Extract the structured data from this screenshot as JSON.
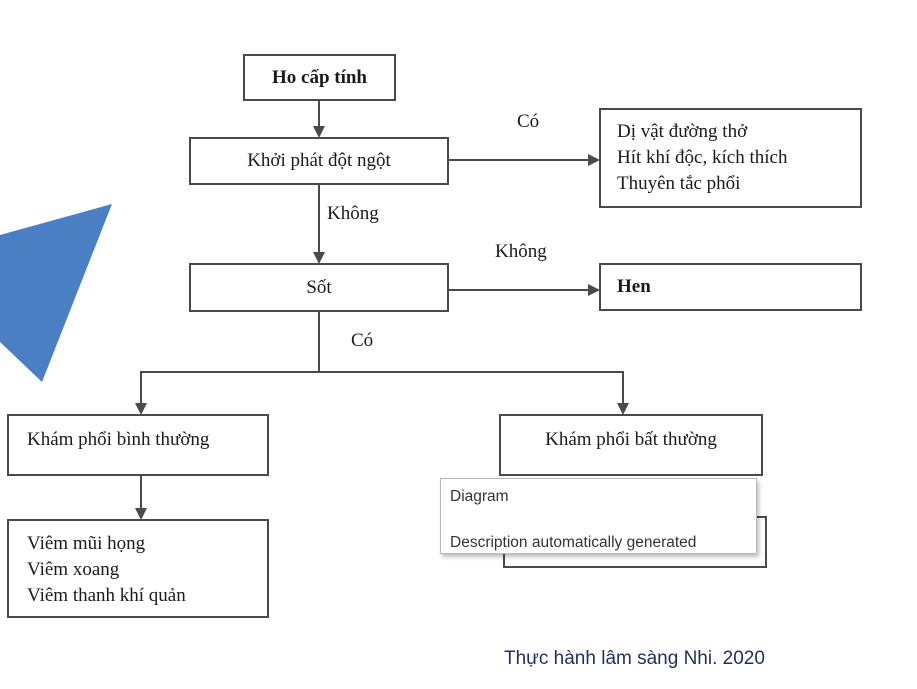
{
  "colors": {
    "star": "#4a7fc4",
    "line": "#4a4a4a",
    "footer_text": "#1f2f5c"
  },
  "diagram": {
    "nodes": {
      "start": "Ho cấp tính",
      "onset": "Khởi phát đột ngột",
      "onset_yes_causes": [
        "Dị vật đường thở",
        "Hít khí độc, kích thích",
        "Thuyên tắc phổi"
      ],
      "fever": "Sốt",
      "asthma": "Hen",
      "normal_exam": "Khám phổi bình thường",
      "normal_causes": [
        "Viêm mũi họng",
        "Viêm xoang",
        "Viêm thanh khí quản"
      ],
      "abnormal_exam": "Khám phổi bất thường"
    },
    "edge_labels": {
      "onset_yes": "Có",
      "onset_no": "Không",
      "fever_no": "Không",
      "fever_yes": "Có"
    }
  },
  "tooltip": {
    "line1": "Diagram",
    "line2": "Description automatically generated"
  },
  "footer": "Thực hành lâm sàng Nhi. 2020"
}
